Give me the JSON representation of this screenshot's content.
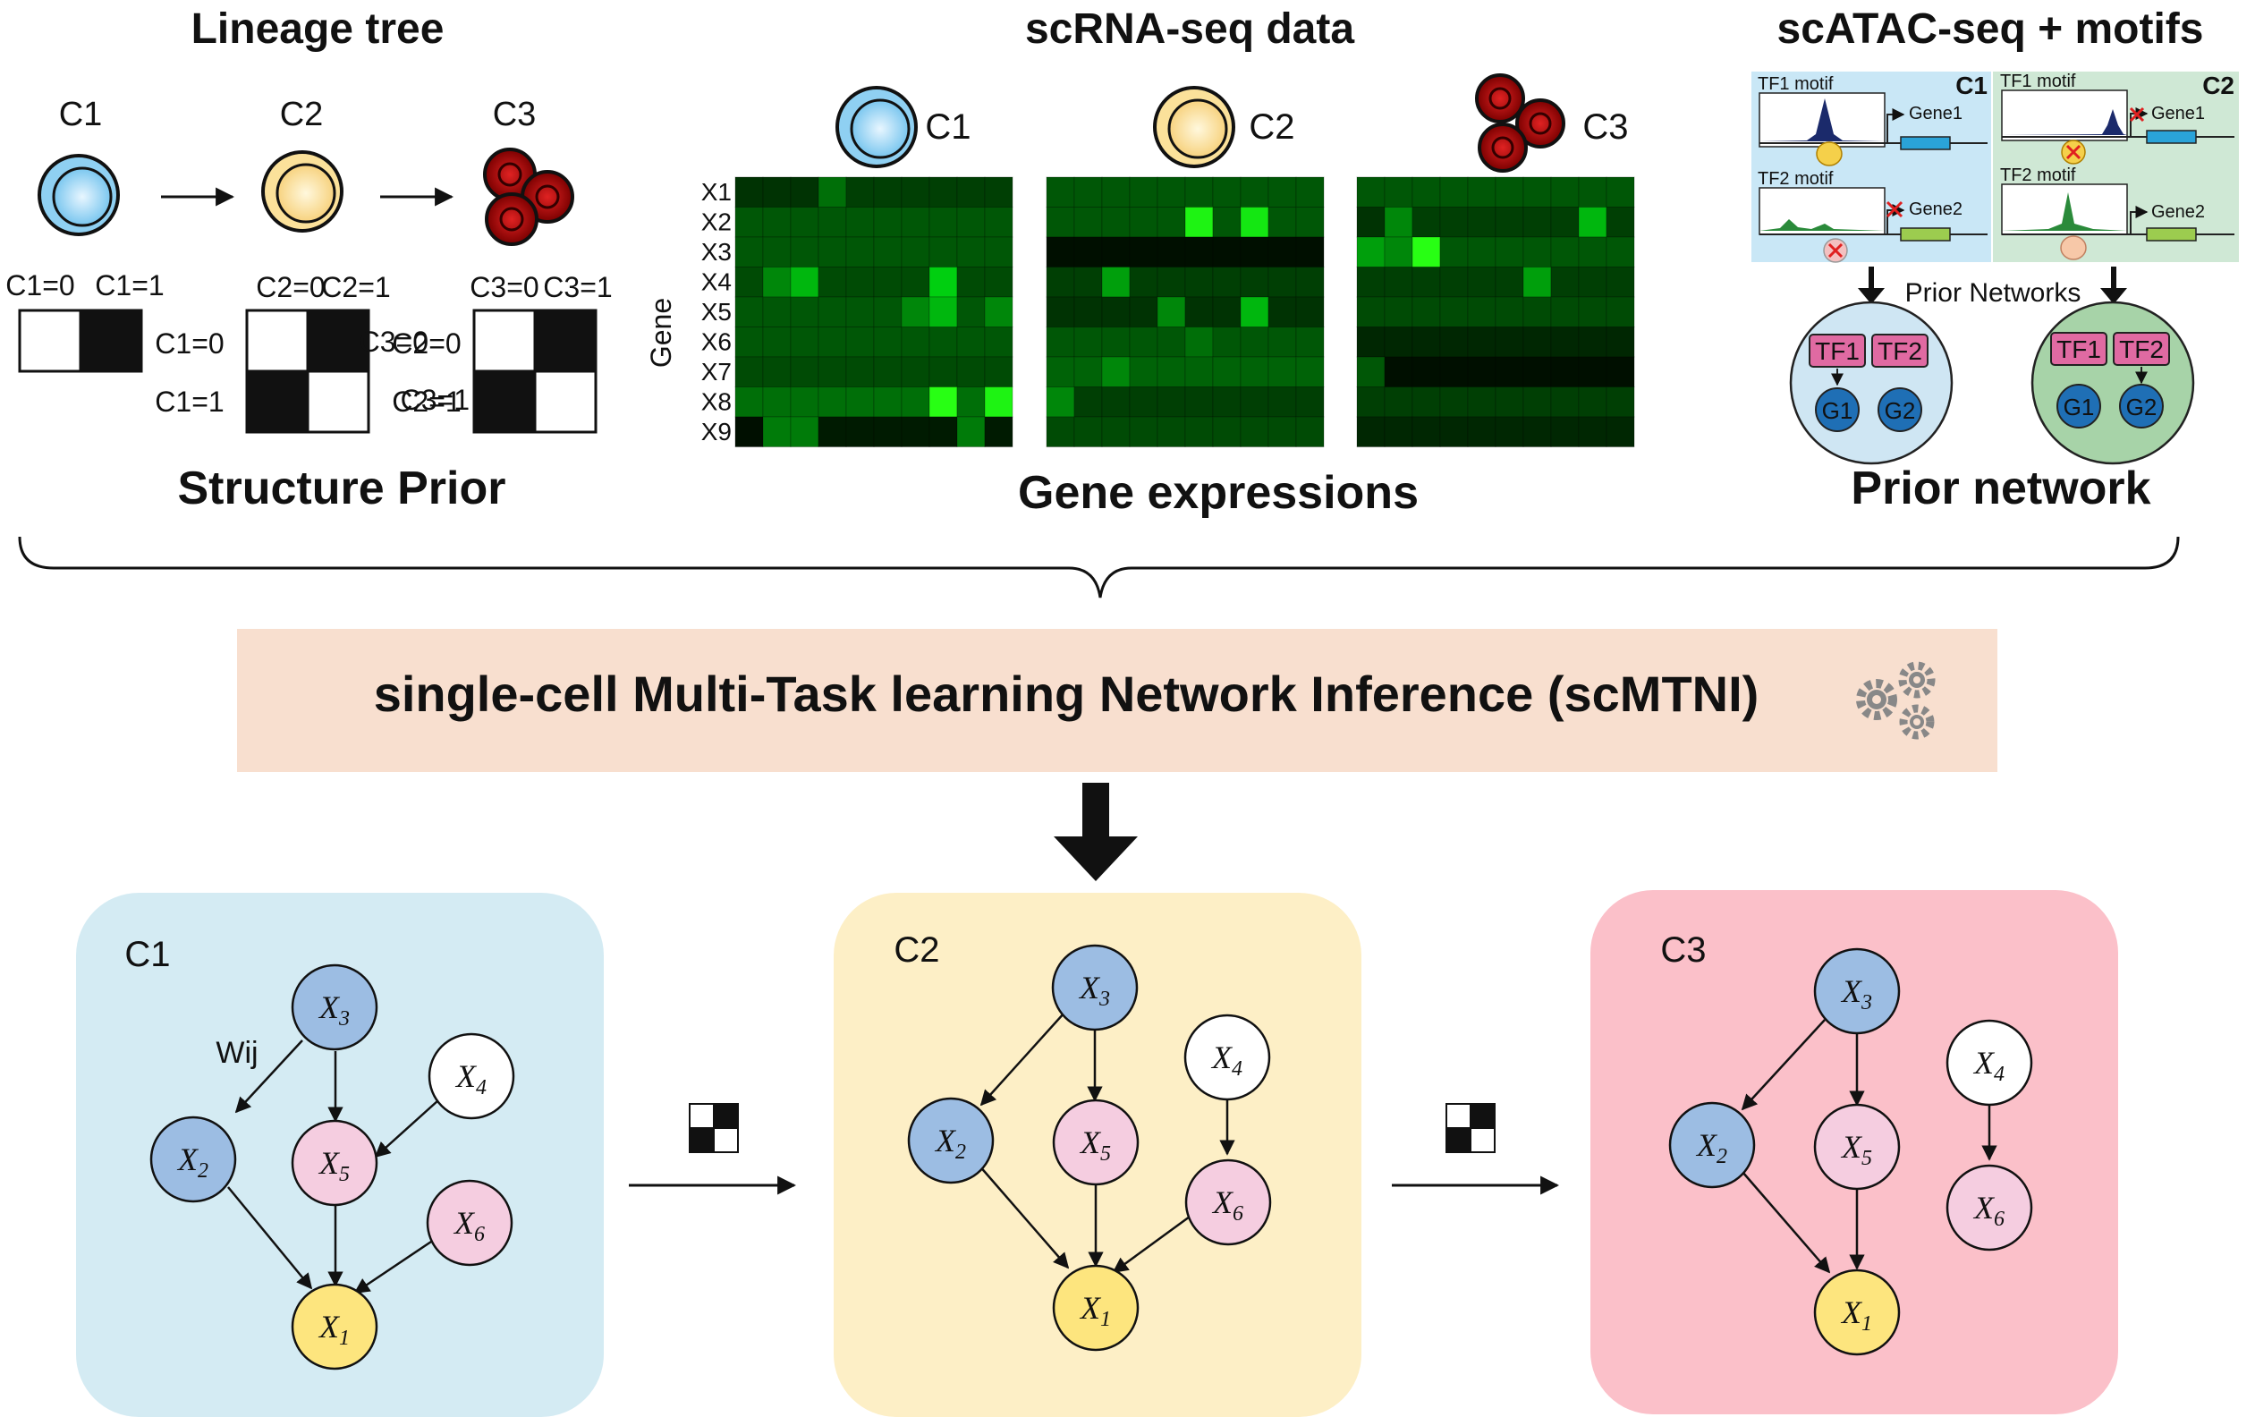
{
  "top": {
    "lineage_title": "Lineage tree",
    "scrna_title": "scRNA-seq data",
    "scatac_title": "scATAC-seq + motifs",
    "structure_prior_title": "Structure Prior",
    "gene_expressions_title": "Gene expressions",
    "prior_network_title": "Prior network"
  },
  "lineage": {
    "cells": [
      "C1",
      "C2",
      "C3"
    ],
    "prior_matrices": [
      {
        "col_labels": [
          "C1=0",
          "C1=1"
        ],
        "row_labels": [
          "C1=0",
          "C1=1"
        ]
      },
      {
        "col_labels": [
          "C2=0",
          "C2=1"
        ],
        "row_labels": [
          "C2=0",
          "C2=1"
        ]
      },
      {
        "col_labels": [
          "C3=0",
          "C3=1"
        ],
        "row_labels": [
          "C3=0",
          "C3=1"
        ]
      }
    ]
  },
  "scrna": {
    "cells": [
      "C1",
      "C2",
      "C3"
    ],
    "gene_axis_label": "Gene",
    "genes": [
      "X1",
      "X2",
      "X3",
      "X4",
      "X5",
      "X6",
      "X7",
      "X8",
      "X9"
    ],
    "heatmaps": [
      [
        [
          0.15,
          0.15,
          0.15,
          0.4,
          0.2,
          0.2,
          0.2,
          0.2,
          0.2,
          0.2
        ],
        [
          0.3,
          0.3,
          0.3,
          0.3,
          0.3,
          0.3,
          0.3,
          0.3,
          0.3,
          0.3
        ],
        [
          0.3,
          0.3,
          0.3,
          0.3,
          0.3,
          0.3,
          0.3,
          0.3,
          0.3,
          0.3
        ],
        [
          0.25,
          0.5,
          0.7,
          0.25,
          0.25,
          0.25,
          0.25,
          0.8,
          0.25,
          0.25
        ],
        [
          0.3,
          0.3,
          0.3,
          0.3,
          0.3,
          0.3,
          0.5,
          0.7,
          0.3,
          0.5
        ],
        [
          0.3,
          0.3,
          0.3,
          0.3,
          0.3,
          0.3,
          0.3,
          0.3,
          0.3,
          0.3
        ],
        [
          0.25,
          0.25,
          0.25,
          0.25,
          0.25,
          0.25,
          0.25,
          0.25,
          0.25,
          0.25
        ],
        [
          0.4,
          0.4,
          0.4,
          0.4,
          0.4,
          0.4,
          0.4,
          1.0,
          0.4,
          0.95
        ],
        [
          0.0,
          0.45,
          0.45,
          0.05,
          0.05,
          0.05,
          0.05,
          0.05,
          0.45,
          0.05
        ]
      ],
      [
        [
          0.3,
          0.3,
          0.3,
          0.3,
          0.3,
          0.3,
          0.3,
          0.3,
          0.3,
          0.3
        ],
        [
          0.3,
          0.3,
          0.3,
          0.3,
          0.3,
          0.95,
          0.3,
          0.9,
          0.3,
          0.3
        ],
        [
          0.0,
          0.0,
          0.0,
          0.0,
          0.0,
          0.0,
          0.0,
          0.0,
          0.0,
          0.0
        ],
        [
          0.2,
          0.2,
          0.6,
          0.2,
          0.2,
          0.2,
          0.2,
          0.2,
          0.2,
          0.2
        ],
        [
          0.15,
          0.15,
          0.15,
          0.15,
          0.5,
          0.15,
          0.15,
          0.7,
          0.15,
          0.15
        ],
        [
          0.3,
          0.3,
          0.3,
          0.3,
          0.3,
          0.4,
          0.3,
          0.3,
          0.3,
          0.3
        ],
        [
          0.35,
          0.35,
          0.5,
          0.35,
          0.35,
          0.35,
          0.35,
          0.35,
          0.35,
          0.35
        ],
        [
          0.5,
          0.2,
          0.2,
          0.2,
          0.2,
          0.2,
          0.2,
          0.2,
          0.2,
          0.2
        ],
        [
          0.25,
          0.25,
          0.25,
          0.25,
          0.25,
          0.25,
          0.25,
          0.25,
          0.25,
          0.25
        ]
      ],
      [
        [
          0.3,
          0.3,
          0.3,
          0.3,
          0.3,
          0.3,
          0.3,
          0.3,
          0.3,
          0.3
        ],
        [
          0.15,
          0.5,
          0.2,
          0.2,
          0.2,
          0.2,
          0.2,
          0.2,
          0.7,
          0.2
        ],
        [
          0.6,
          0.5,
          1.0,
          0.3,
          0.3,
          0.3,
          0.3,
          0.3,
          0.3,
          0.3
        ],
        [
          0.2,
          0.2,
          0.2,
          0.2,
          0.2,
          0.2,
          0.6,
          0.2,
          0.2,
          0.2
        ],
        [
          0.25,
          0.25,
          0.25,
          0.25,
          0.25,
          0.25,
          0.25,
          0.25,
          0.25,
          0.25
        ],
        [
          0.1,
          0.1,
          0.1,
          0.1,
          0.1,
          0.1,
          0.1,
          0.1,
          0.1,
          0.1
        ],
        [
          0.3,
          0.0,
          0.0,
          0.0,
          0.0,
          0.0,
          0.0,
          0.0,
          0.0,
          0.0
        ],
        [
          0.2,
          0.2,
          0.2,
          0.2,
          0.2,
          0.2,
          0.2,
          0.2,
          0.2,
          0.2
        ],
        [
          0.1,
          0.1,
          0.1,
          0.1,
          0.1,
          0.1,
          0.1,
          0.1,
          0.1,
          0.1
        ]
      ]
    ]
  },
  "scatac": {
    "panels": [
      {
        "cell": "C1",
        "tf1_label": "TF1 motif",
        "tf2_label": "TF2 motif",
        "gene1": "Gene1",
        "gene2": "Gene2"
      },
      {
        "cell": "C2",
        "tf1_label": "TF1 motif",
        "tf2_label": "TF2 motif",
        "gene1": "Gene1",
        "gene2": "Gene2"
      }
    ],
    "prior_networks_label": "Prior Networks",
    "tf_labels": [
      "TF1",
      "TF2"
    ],
    "gene_labels": [
      "G1",
      "G2"
    ]
  },
  "method": {
    "title": "single-cell Multi-Task learning Network Inference (scMTNI)"
  },
  "networks": [
    {
      "cell": "C1",
      "edge_label": "Wij",
      "nodes": [
        "X3",
        "X2",
        "X5",
        "X4",
        "X6",
        "X1"
      ]
    },
    {
      "cell": "C2",
      "nodes": [
        "X3",
        "X4",
        "X2",
        "X5",
        "X6",
        "X1"
      ]
    },
    {
      "cell": "C3",
      "nodes": [
        "X3",
        "X4",
        "X2",
        "X5",
        "X6",
        "X1"
      ]
    }
  ],
  "colors": {
    "c1_cell": "#8fd0f2",
    "c2_cell": "#fbe19a",
    "c3_cell": "#b31a1a",
    "c1_panel": "#d4ebf3",
    "c2_panel": "#fdefc6",
    "c3_panel": "#fbc0c9",
    "method_box": "#f8dfcf",
    "blue_node": "#9cbde3",
    "pink_node": "#f5cde0",
    "yellow_node": "#fde57e",
    "white_node": "#ffffff"
  }
}
